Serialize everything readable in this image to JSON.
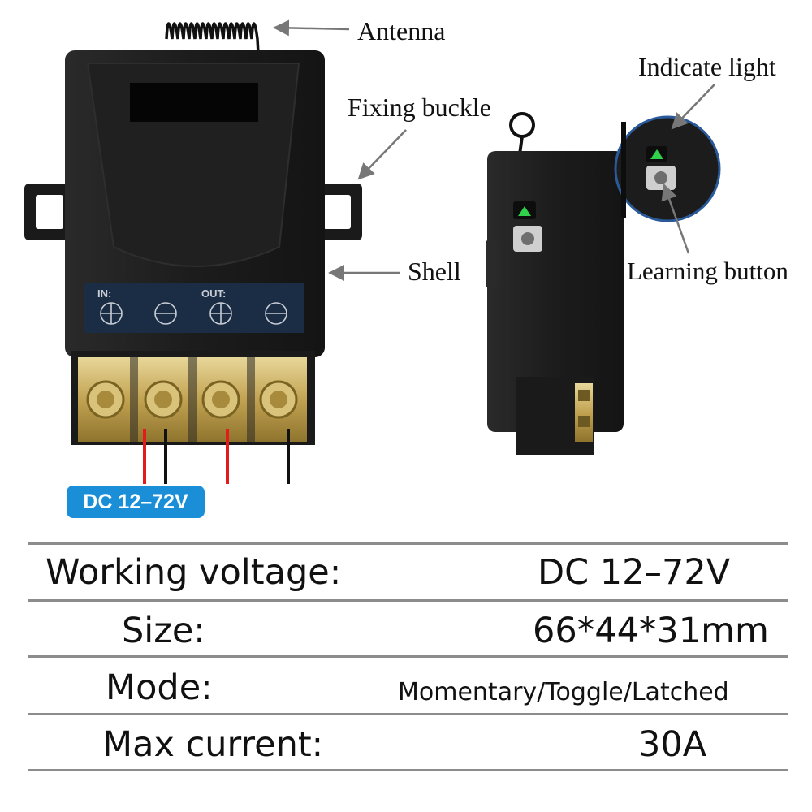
{
  "callouts": {
    "antenna": "Antenna",
    "fixing_buckle": "Fixing buckle",
    "shell": "Shell",
    "indicate_light": "Indicate light",
    "learning_button": "Learning button"
  },
  "terminal_labels": {
    "in": "IN:",
    "out": "OUT:"
  },
  "voltage_badge": "DC 12–72V",
  "specs": [
    {
      "label": "Working voltage:",
      "value": "DC 12–72V"
    },
    {
      "label": "Size:",
      "value": "66*44*31mm"
    },
    {
      "label": "Mode:",
      "value": "Momentary/Toggle/Latched"
    },
    {
      "label": "Max current:",
      "value": "30A"
    }
  ],
  "colors": {
    "shell": "#1c1c1c",
    "terminal_brass": "#b89a4a",
    "wire_positive": "#e31b1b",
    "wire_negative": "#111111",
    "indicator_led": "#2fd24a",
    "badge_blue": "#1a8fd8",
    "rule_gray": "#8c8c8c"
  }
}
